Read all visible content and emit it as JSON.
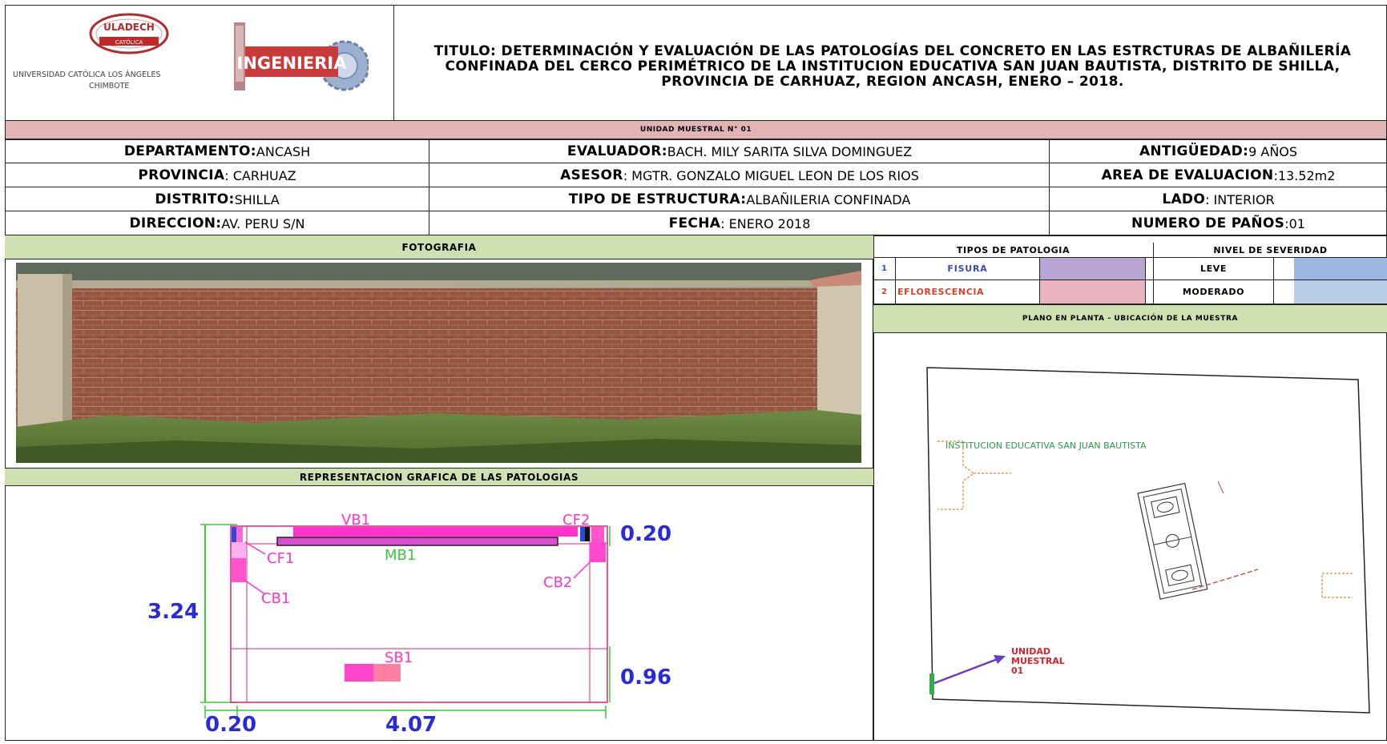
{
  "header": {
    "logo_uladech": "ULADECH",
    "logo_catolica": "CATÓLICA",
    "university_line1": "UNIVERSIDAD CATÓLICA LOS ÁNGELES",
    "university_line2": "CHIMBOTE",
    "logo_ingenieria": "INGENIERIA",
    "title": "TITULO:  DETERMINACIÓN Y EVALUACIÓN DE LAS PATOLOGÍAS DEL CONCRETO EN LAS ESTRCTURAS DE ALBAÑILERÍA CONFINADA DEL CERCO PERIMÉTRICO DE LA INSTITUCION EDUCATIVA SAN JUAN BAUTISTA,  DISTRITO DE SHILLA, PROVINCIA DE CARHUAZ, REGION ANCASH, ENERO – 2018."
  },
  "unidad_muestral": "UNIDAD MUESTRAL N° 01",
  "info": {
    "departamento_label": "DEPARTAMENTO:",
    "departamento_value": " ANCASH",
    "provincia_label": "PROVINCIA",
    "provincia_value": ": CARHUAZ",
    "distrito_label": "DISTRITO:",
    "distrito_value": " SHILLA",
    "direccion_label": "DIRECCION:",
    "direccion_value": " AV. PERU S/N",
    "evaluador_label": "EVALUADOR:",
    "evaluador_value": " BACH. MILY SARITA SILVA  DOMINGUEZ",
    "asesor_label": "ASESOR",
    "asesor_value": ": MGTR.  GONZALO MIGUEL LEON DE LOS RIOS",
    "tipo_label": "TIPO DE ESTRUCTURA:",
    "tipo_value": " ALBAÑILERIA CONFINADA",
    "fecha_label": "FECHA",
    "fecha_value": ": ENERO 2018",
    "antiguedad_label": "ANTIGÜEDAD:",
    "antiguedad_value": " 9 AÑOS",
    "area_label": "AREA DE EVALUACION",
    "area_value": ":13.52m2",
    "lado_label": "LADO",
    "lado_value": ": INTERIOR",
    "panos_label": "NUMERO DE PAÑOS",
    "panos_value": ":01"
  },
  "fotografia_title": "FOTOGRAFIA",
  "patologias": {
    "tipos_header": "TIPOS DE PATOLOGIA",
    "nivel_header": "NIVEL DE SEVERIDAD",
    "rows": [
      {
        "num": "1",
        "name": "FISURA",
        "swatch": "#b7a4d2",
        "nivel": "LEVE",
        "nivel_swatch": "#9cb7e2"
      },
      {
        "num": "2",
        "name": "EFLORESCENCIA",
        "swatch": "#eab4bf",
        "nivel": "MODERADO",
        "nivel_swatch": "#b9cde9"
      }
    ]
  },
  "plano_title": "PLANO EN PLANTA - UBICACIÓN DE LA MUESTRA",
  "representacion_title": "REPRESENTACION GRAFICA DE LAS PATOLOGIAS",
  "drawing": {
    "vb1": "VB1",
    "cf2": "CF2",
    "cf1": "CF1",
    "mb1": "MB1",
    "cb1": "CB1",
    "cb2": "CB2",
    "sb1": "SB1",
    "dim_height": "3.24",
    "dim_top": "0.20",
    "dim_right": "0.96",
    "dim_col": "0.20",
    "dim_width": "4.07"
  },
  "plano": {
    "institucion": "INSTITUCION EDUCATIVA SAN JUAN BAUTISTA",
    "unidad_line1": "UNIDAD",
    "unidad_line2": "MUESTRAL",
    "unidad_line3": "01"
  },
  "colors": {
    "pink_bar": "#e2b4b4",
    "green_bar": "#cfe0b1",
    "magenta": "#ff33cc",
    "dim_blue": "#2a2ad8",
    "dim_green": "#3cc83c",
    "title_green": "#2a9a4a",
    "unidad_red": "#e0202a"
  }
}
